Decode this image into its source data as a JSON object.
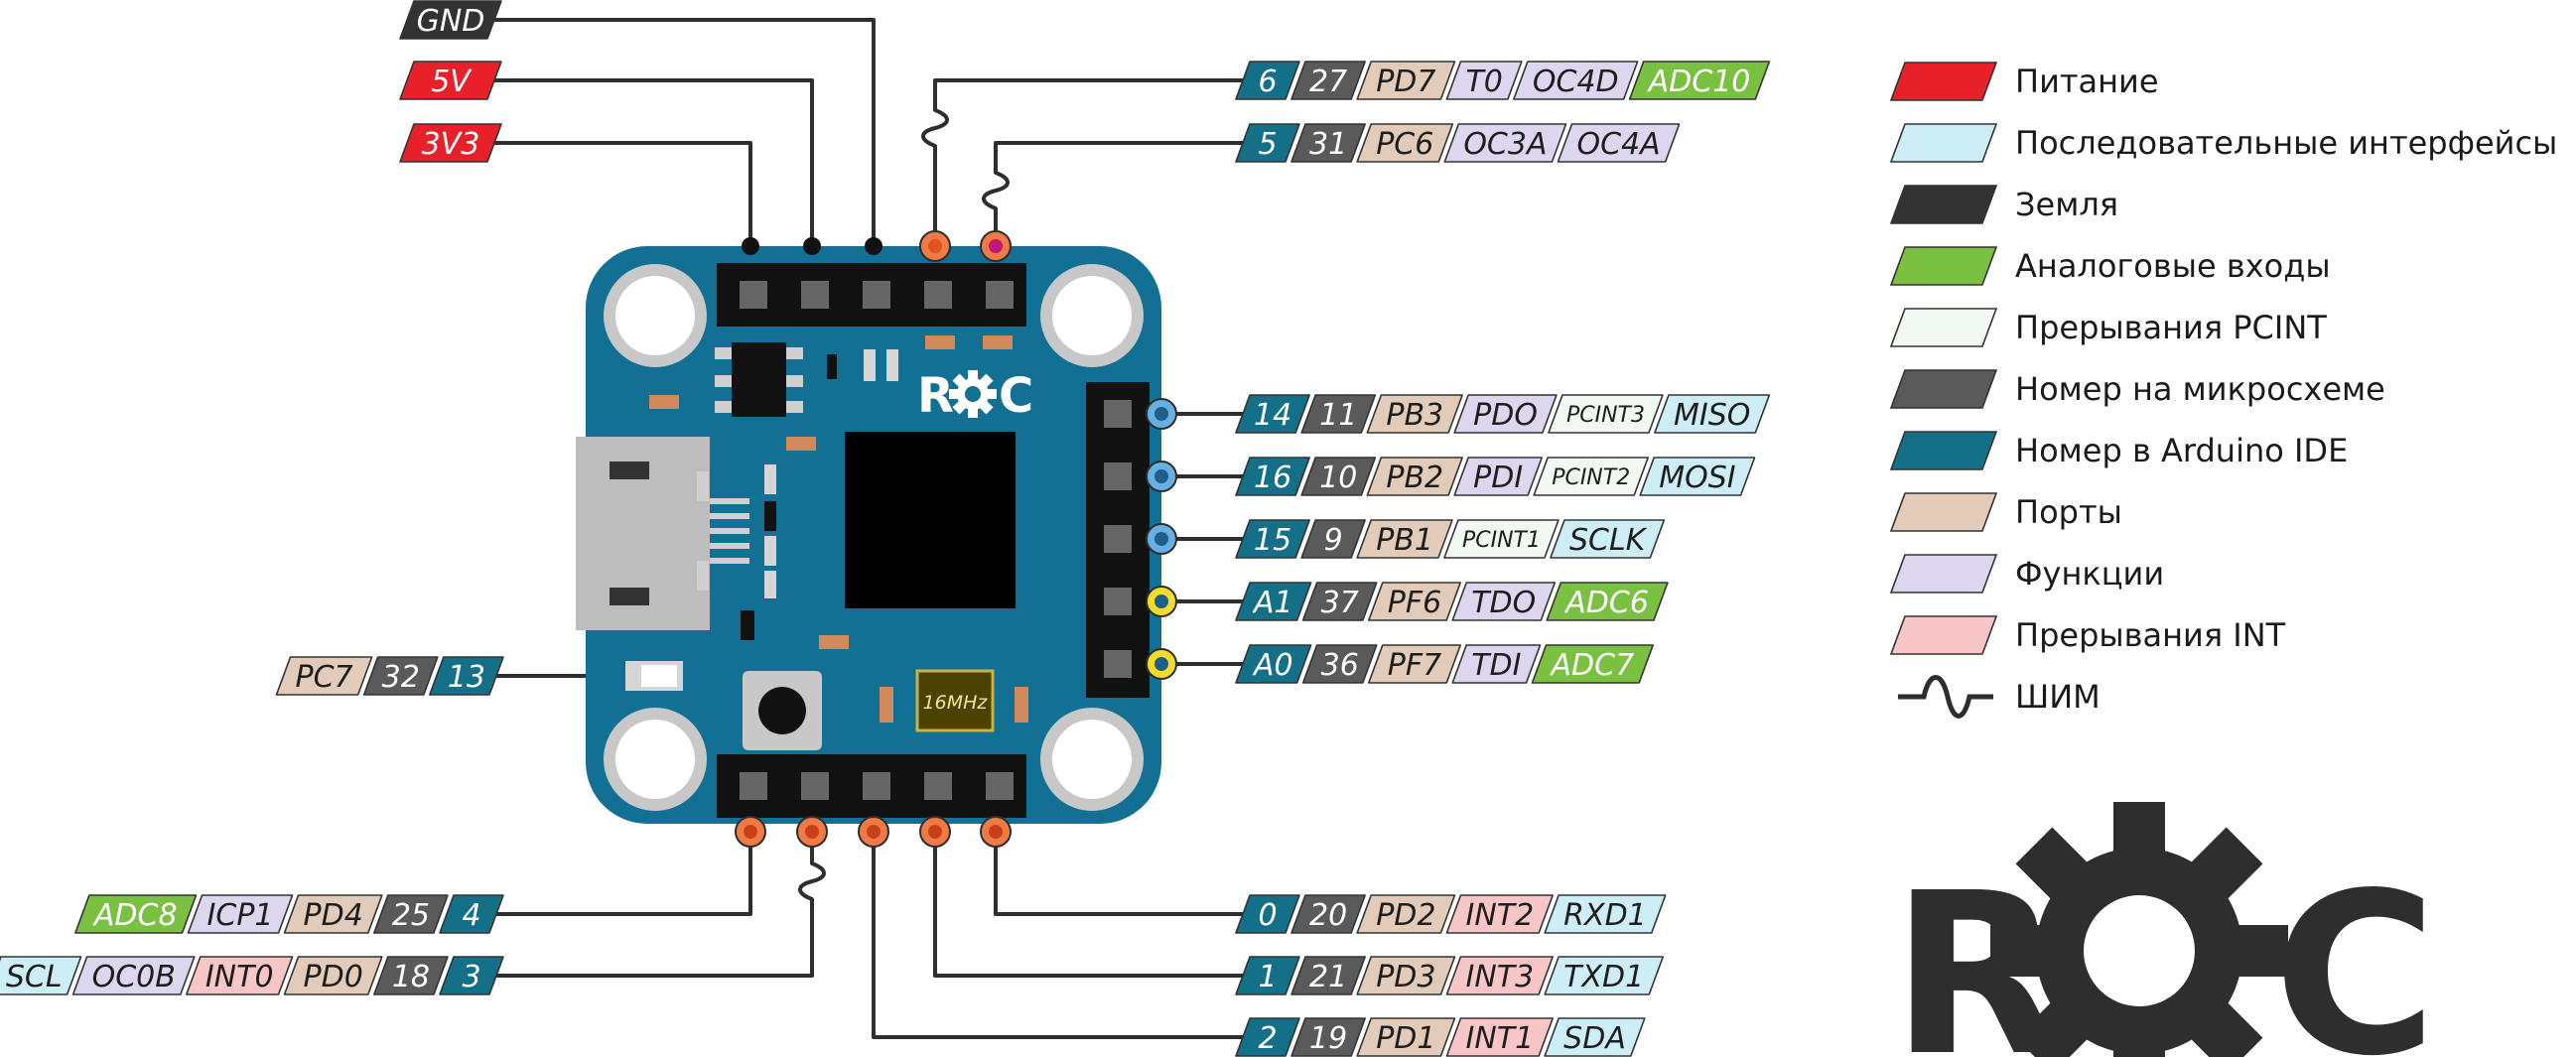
{
  "colors": {
    "power": "#e8202a",
    "serial": "#cdeef6",
    "ground": "#333333",
    "analog": "#7ac142",
    "pcint": "#f2f8f2",
    "chip": "#5a5a5a",
    "arduino": "#146f89",
    "port": "#e2cbb8",
    "func": "#dcd6ef",
    "int": "#f8c6c6",
    "board": "#137095"
  },
  "top_left": [
    {
      "text": "GND",
      "cat": "ground"
    },
    {
      "text": "5V",
      "cat": "power"
    },
    {
      "text": "3V3",
      "cat": "power"
    }
  ],
  "top_right": [
    {
      "tags": [
        {
          "text": "6",
          "cat": "arduino"
        },
        {
          "text": "27",
          "cat": "chip"
        },
        {
          "text": "PD7",
          "cat": "port"
        },
        {
          "text": "T0",
          "cat": "func"
        },
        {
          "text": "OC4D",
          "cat": "func"
        },
        {
          "text": "ADC10",
          "cat": "analog"
        }
      ]
    },
    {
      "tags": [
        {
          "text": "5",
          "cat": "arduino"
        },
        {
          "text": "31",
          "cat": "chip"
        },
        {
          "text": "PC6",
          "cat": "port"
        },
        {
          "text": "OC3A",
          "cat": "func"
        },
        {
          "text": "OC4A",
          "cat": "func"
        }
      ]
    }
  ],
  "right": [
    {
      "tags": [
        {
          "text": "14",
          "cat": "arduino"
        },
        {
          "text": "11",
          "cat": "chip"
        },
        {
          "text": "PB3",
          "cat": "port"
        },
        {
          "text": "PDO",
          "cat": "func"
        },
        {
          "text": "PCINT3",
          "cat": "pcint"
        },
        {
          "text": "MISO",
          "cat": "serial"
        }
      ]
    },
    {
      "tags": [
        {
          "text": "16",
          "cat": "arduino"
        },
        {
          "text": "10",
          "cat": "chip"
        },
        {
          "text": "PB2",
          "cat": "port"
        },
        {
          "text": "PDI",
          "cat": "func"
        },
        {
          "text": "PCINT2",
          "cat": "pcint"
        },
        {
          "text": "MOSI",
          "cat": "serial"
        }
      ]
    },
    {
      "tags": [
        {
          "text": "15",
          "cat": "arduino"
        },
        {
          "text": "9",
          "cat": "chip"
        },
        {
          "text": "PB1",
          "cat": "port"
        },
        {
          "text": "PCINT1",
          "cat": "pcint"
        },
        {
          "text": "SCLK",
          "cat": "serial"
        }
      ]
    },
    {
      "tags": [
        {
          "text": "A1",
          "cat": "arduino"
        },
        {
          "text": "37",
          "cat": "chip"
        },
        {
          "text": "PF6",
          "cat": "port"
        },
        {
          "text": "TDO",
          "cat": "func"
        },
        {
          "text": "ADC6",
          "cat": "analog"
        }
      ]
    },
    {
      "tags": [
        {
          "text": "A0",
          "cat": "arduino"
        },
        {
          "text": "36",
          "cat": "chip"
        },
        {
          "text": "PF7",
          "cat": "port"
        },
        {
          "text": "TDI",
          "cat": "func"
        },
        {
          "text": "ADC7",
          "cat": "analog"
        }
      ]
    }
  ],
  "led_label": [
    {
      "text": "PC7",
      "cat": "port"
    },
    {
      "text": "32",
      "cat": "chip"
    },
    {
      "text": "13",
      "cat": "arduino"
    }
  ],
  "bottom_left": [
    {
      "tags": [
        {
          "text": "ADC8",
          "cat": "analog"
        },
        {
          "text": "ICP1",
          "cat": "func"
        },
        {
          "text": "PD4",
          "cat": "port"
        },
        {
          "text": "25",
          "cat": "chip"
        },
        {
          "text": "4",
          "cat": "arduino"
        }
      ]
    },
    {
      "tags": [
        {
          "text": "SCL",
          "cat": "serial"
        },
        {
          "text": "OC0B",
          "cat": "func"
        },
        {
          "text": "INT0",
          "cat": "int"
        },
        {
          "text": "PD0",
          "cat": "port"
        },
        {
          "text": "18",
          "cat": "chip"
        },
        {
          "text": "3",
          "cat": "arduino"
        }
      ]
    }
  ],
  "bottom_right": [
    {
      "tags": [
        {
          "text": "0",
          "cat": "arduino"
        },
        {
          "text": "20",
          "cat": "chip"
        },
        {
          "text": "PD2",
          "cat": "port"
        },
        {
          "text": "INT2",
          "cat": "int"
        },
        {
          "text": "RXD1",
          "cat": "serial"
        }
      ]
    },
    {
      "tags": [
        {
          "text": "1",
          "cat": "arduino"
        },
        {
          "text": "21",
          "cat": "chip"
        },
        {
          "text": "PD3",
          "cat": "port"
        },
        {
          "text": "INT3",
          "cat": "int"
        },
        {
          "text": "TXD1",
          "cat": "serial"
        }
      ]
    },
    {
      "tags": [
        {
          "text": "2",
          "cat": "arduino"
        },
        {
          "text": "19",
          "cat": "chip"
        },
        {
          "text": "PD1",
          "cat": "port"
        },
        {
          "text": "INT1",
          "cat": "int"
        },
        {
          "text": "SDA",
          "cat": "serial"
        }
      ]
    }
  ],
  "legend": [
    {
      "label": "Питание",
      "cat": "power"
    },
    {
      "label": "Последовательные интерфейсы",
      "cat": "serial"
    },
    {
      "label": "Земля",
      "cat": "ground"
    },
    {
      "label": "Аналоговые входы",
      "cat": "analog"
    },
    {
      "label": "Прерывания PCINT",
      "cat": "pcint"
    },
    {
      "label": "Номер на микросхеме",
      "cat": "chip"
    },
    {
      "label": "Номер в Arduino IDE",
      "cat": "arduino"
    },
    {
      "label": "Порты",
      "cat": "port"
    },
    {
      "label": "Функции",
      "cat": "func"
    },
    {
      "label": "Прерывания INT",
      "cat": "int"
    },
    {
      "label": "ШИМ",
      "cat": "pwm"
    }
  ],
  "board": {
    "logo": "ROC",
    "crystal": "16MHz"
  },
  "brand_logo": "ROC"
}
